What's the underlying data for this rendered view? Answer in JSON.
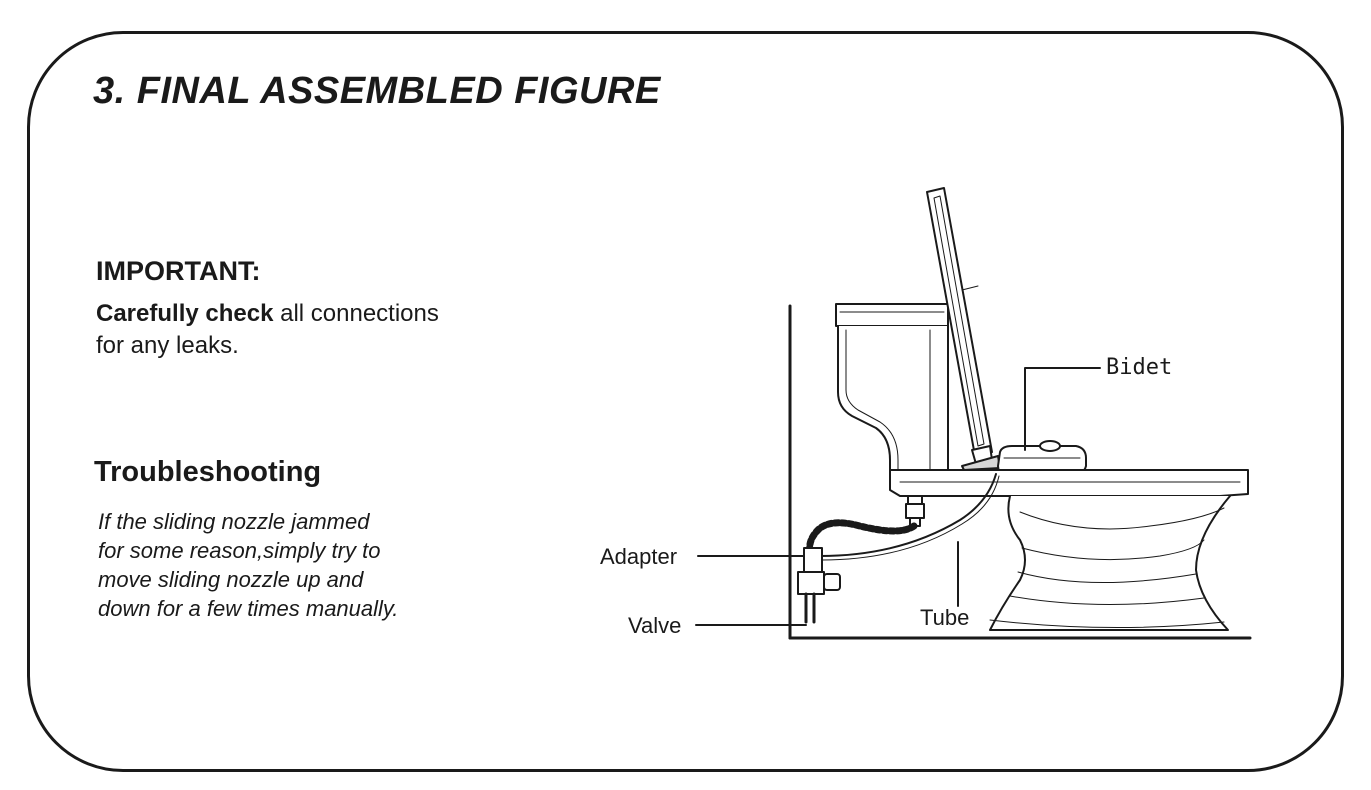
{
  "title": "3. FINAL ASSEMBLED FIGURE",
  "important": {
    "heading": "IMPORTANT:",
    "bold_text": "Carefully check",
    "text_rest": " all connections",
    "text_line2": "for any leaks."
  },
  "troubleshooting": {
    "heading": "Troubleshooting",
    "lines": [
      "If the sliding nozzle jammed",
      "for some reason,simply try to",
      "move sliding nozzle up and",
      "down for a few times manually."
    ]
  },
  "figure_labels": {
    "bidet": "Bidet",
    "adapter": "Adapter",
    "valve": "Valve",
    "tube": "Tube"
  }
}
